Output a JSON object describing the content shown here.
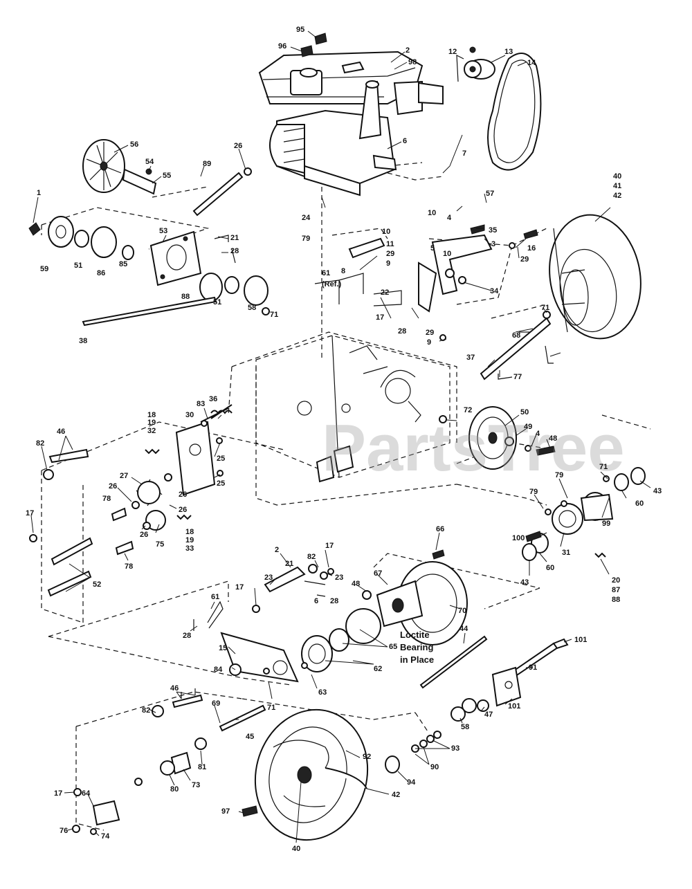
{
  "watermark": "PartsTree",
  "notes": {
    "ref": "(Ref.)",
    "loctite_line1": "Loctite",
    "loctite_line2": "Bearing",
    "loctite_line3": "in Place"
  },
  "callouts": [
    "95",
    "96",
    "2",
    "98",
    "12",
    "13",
    "14",
    "56",
    "54",
    "55",
    "26",
    "89",
    "6",
    "7",
    "40",
    "41",
    "42",
    "1",
    "53",
    "21",
    "28",
    "57",
    "10",
    "4",
    "59",
    "51",
    "86",
    "85",
    "24",
    "79",
    "35",
    "16",
    "29",
    "88",
    "51",
    "58",
    "71",
    "38",
    "8",
    "10",
    "11",
    "29",
    "9",
    "61",
    "22",
    "17",
    "5",
    "10",
    "3",
    "34",
    "28",
    "29",
    "9",
    "71",
    "68",
    "36",
    "83",
    "37",
    "77",
    "30",
    "18",
    "19",
    "32",
    "72",
    "50",
    "49",
    "4",
    "48",
    "46",
    "82",
    "25",
    "25",
    "27",
    "26",
    "78",
    "26",
    "26",
    "17",
    "75",
    "78",
    "26",
    "18",
    "19",
    "33",
    "52",
    "71",
    "43",
    "79",
    "79",
    "99",
    "60",
    "100",
    "60",
    "43",
    "31",
    "20",
    "87",
    "88",
    "66",
    "67",
    "48",
    "17",
    "82",
    "2",
    "23",
    "21",
    "6",
    "28",
    "17",
    "23",
    "61",
    "70",
    "28",
    "15",
    "84",
    "65",
    "62",
    "63",
    "71",
    "44",
    "101",
    "91",
    "101",
    "47",
    "58",
    "46",
    "69",
    "82",
    "45",
    "93",
    "81",
    "73",
    "80",
    "90",
    "92",
    "94",
    "42",
    "17",
    "64",
    "76",
    "74",
    "97",
    "40"
  ]
}
